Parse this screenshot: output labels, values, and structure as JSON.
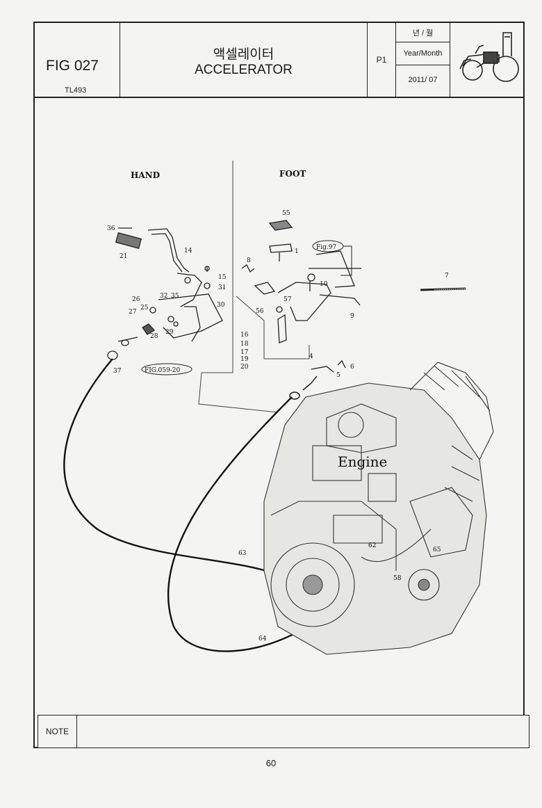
{
  "header": {
    "fig_number": "FIG 027",
    "model_code": "TL493",
    "title_korean": "액셀레이터",
    "title_english": "ACCELERATOR",
    "page_code": "P1",
    "year_month_korean": "년 / 월",
    "year_month_label": "Year/Month",
    "year_month_value": "2011/ 07",
    "logo_icon": "roller-machine-icon"
  },
  "diagram": {
    "section_hand": "HAND",
    "section_foot": "FOOT",
    "engine_label": "Engine",
    "ref_fig97": "Fig.97",
    "ref_fig059": "FIG.059-20",
    "part_numbers": [
      "55",
      "36",
      "14",
      "21",
      "1",
      "8",
      "7",
      "15",
      "31",
      "10",
      "26",
      "32",
      "35",
      "30",
      "57",
      "25",
      "56",
      "9",
      "27",
      "28",
      "29",
      "16",
      "18",
      "17",
      "19",
      "20",
      "4",
      "6",
      "5",
      "37",
      "62",
      "65",
      "63",
      "58",
      "64"
    ]
  },
  "footer": {
    "note_label": "NOTE",
    "note_text": "",
    "page_number": "60"
  }
}
